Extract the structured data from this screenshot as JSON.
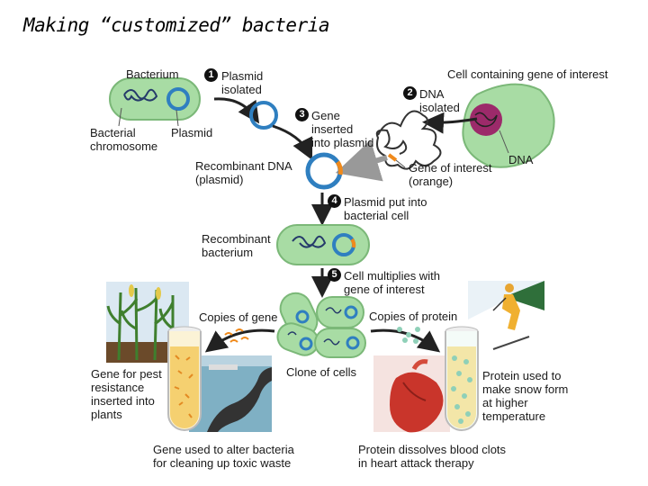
{
  "title": "Making “customized” bacteria",
  "labels": {
    "bacterium": "Bacterium",
    "bacterial_chromosome": "Bacterial\nchromosome",
    "plasmid": "Plasmid",
    "plasmid_isolated": "Plasmid\nisolated",
    "cell_containing_gene": "Cell containing gene of interest",
    "dna_isolated": "DNA\nisolated",
    "dna": "DNA",
    "gene_inserted": "Gene\ninserted\ninto plasmid",
    "recombinant_dna": "Recombinant DNA\n(plasmid)",
    "gene_of_interest": "Gene of interest\n(orange)",
    "plasmid_put_into": "Plasmid put into\nbacterial cell",
    "recombinant_bacterium": "Recombinant\nbacterium",
    "cell_multiplies": "Cell multiplies with\ngene of interest",
    "copies_of_gene": "Copies of gene",
    "copies_of_protein": "Copies of protein",
    "clone_of_cells": "Clone of cells",
    "gene_for_pest": "Gene for pest\nresistance\ninserted into\nplants",
    "protein_snow": "Protein used to\nmake snow form\nat higher\ntemperature",
    "gene_toxic_waste": "Gene used to alter bacteria\nfor cleaning up toxic waste",
    "protein_blood_clots": "Protein dissolves blood clots\nin heart attack therapy"
  },
  "steps": [
    "1",
    "2",
    "3",
    "4",
    "5"
  ],
  "colors": {
    "cell_fill": "#a8dca4",
    "plasmid_blue": "#2f7fc0",
    "gene_orange": "#f08a1c",
    "nucleus": "#9c2a6a",
    "tube_liquid": "#f5d070",
    "protein_dots": "#8fd0b8"
  }
}
